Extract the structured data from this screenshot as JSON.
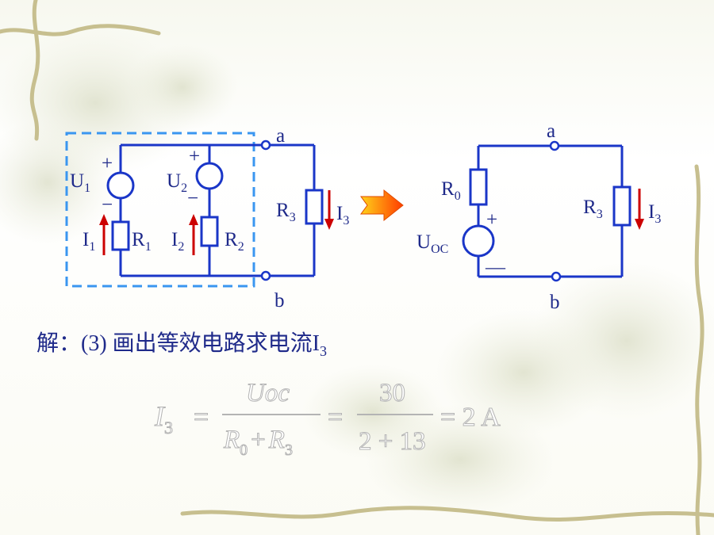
{
  "circuit_left": {
    "node_a": "a",
    "node_b": "b",
    "source1": {
      "name": "U",
      "sub": "1",
      "plus": "+",
      "minus": "−"
    },
    "source2": {
      "name": "U",
      "sub": "2",
      "plus": "+",
      "minus": "−"
    },
    "resistor1": {
      "name": "R",
      "sub": "1"
    },
    "resistor2": {
      "name": "R",
      "sub": "2"
    },
    "resistor3": {
      "name": "R",
      "sub": "3"
    },
    "current1": {
      "name": "I",
      "sub": "1"
    },
    "current2": {
      "name": "I",
      "sub": "2"
    },
    "current3": {
      "name": "I",
      "sub": "3"
    }
  },
  "circuit_right": {
    "node_a": "a",
    "node_b": "b",
    "resistor0": {
      "name": "R",
      "sub": "0"
    },
    "source_oc": {
      "name": "U",
      "sub": "OC",
      "plus": "+",
      "minus": "—"
    },
    "resistor3": {
      "name": "R",
      "sub": "3"
    },
    "current3": {
      "name": "I",
      "sub": "3"
    }
  },
  "solution": {
    "prefix": "解：(3)  画出等效电路求电流I",
    "prefix_sub": "3"
  },
  "formula": {
    "lhs": "I",
    "lhs_sub": "3",
    "eq1": "=",
    "num1": "Uoc",
    "den1_a": "R",
    "den1_a_sub": "0",
    "den1_plus": "+",
    "den1_b": "R",
    "den1_b_sub": "3",
    "eq2": "=",
    "num2": "30",
    "den2": "2 + 13",
    "eq3": "= 2 A"
  },
  "colors": {
    "wire": "#1a36c8",
    "label": "#1f2a8a",
    "current_arrow": "#cc0000",
    "dashed_box": "#3a96f0",
    "transform_arrow": "#ff5a00"
  }
}
